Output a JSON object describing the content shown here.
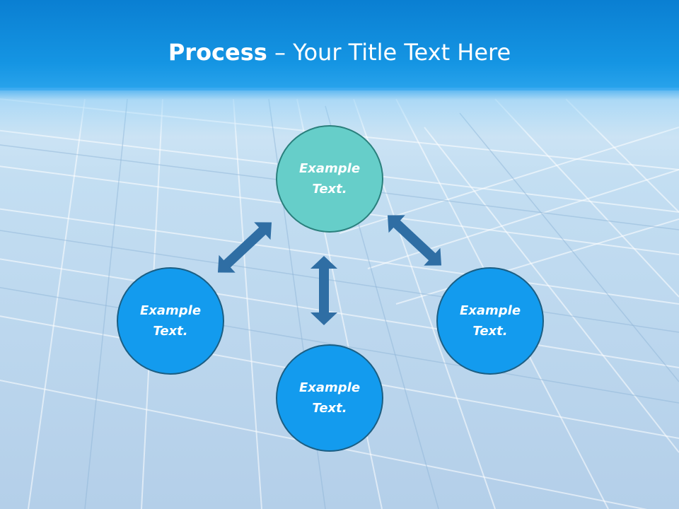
{
  "title": {
    "bold": "Process",
    "rest": " – Your Title Text Here"
  },
  "nodes": {
    "top": "Example\nText.",
    "left": "Example\nText.",
    "bottom": "Example\nText.",
    "right": "Example\nText."
  },
  "colors": {
    "header": "#1595e3",
    "node_teal": "#66cec9",
    "node_blue": "#139bee",
    "arrow": "#2f6ea4"
  }
}
